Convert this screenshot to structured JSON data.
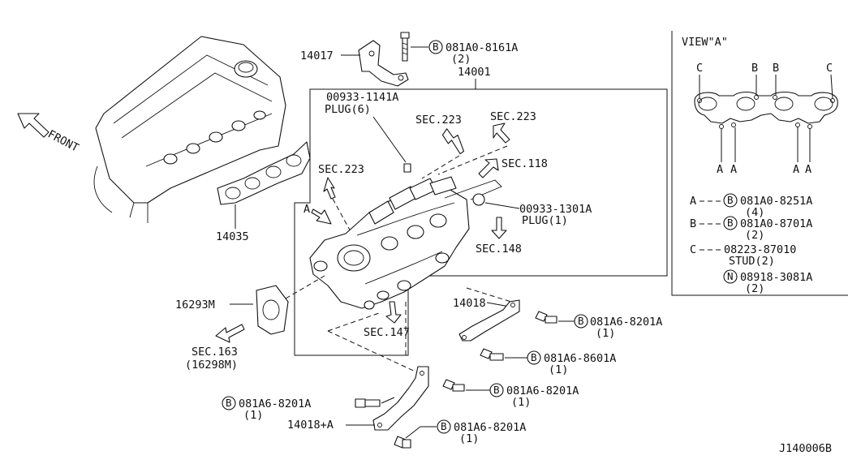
{
  "view_title": "VIEW\"A\"",
  "front_label": "FRONT",
  "diagram_id": "J140006B",
  "parts": {
    "p14017": "14017",
    "p14001": "14001",
    "p14035": "14035",
    "p16293m": "16293M",
    "p14018": "14018",
    "p14018a": "14018+A",
    "a_arrow": "A"
  },
  "sec": {
    "s223a": "SEC.223",
    "s223b": "SEC.223",
    "s223c": "SEC.223",
    "s118": "SEC.118",
    "s148": "SEC.148",
    "s147": "SEC.147",
    "s163": "SEC.163",
    "s163_sub": "(16298M)"
  },
  "plugs": {
    "plug1_code": "00933-1141A",
    "plug1_label": "PLUG(6)",
    "plug2_code": "00933-1301A",
    "plug2_label": "PLUG(1)"
  },
  "bolts": {
    "top": {
      "code": "081A0-8161A",
      "qty": "(2)"
    },
    "r1": {
      "code": "081A6-8201A",
      "qty": "(1)"
    },
    "r2": {
      "code": "081A6-8601A",
      "qty": "(1)"
    },
    "r3": {
      "code": "081A6-8201A",
      "qty": "(1)"
    },
    "l1": {
      "code": "081A6-8201A",
      "qty": "(1)"
    },
    "b1": {
      "code": "081A6-8201A",
      "qty": "(1)"
    }
  },
  "legend": {
    "a_key": "A",
    "a_code": "081A0-8251A",
    "a_qty": "(4)",
    "b_key": "B",
    "b_code": "081A0-8701A",
    "b_qty": "(2)",
    "c_key": "C",
    "c_code": "08223-87010",
    "c_sub": "STUD(2)",
    "n_code": "08918-3081A",
    "n_qty": "(2)"
  },
  "view_marks": {
    "c_left": "C",
    "b_left": "B",
    "b_right": "B",
    "c_right": "C",
    "a1": "A",
    "a2": "A",
    "a3": "A",
    "a4": "A"
  },
  "glyph_b": "B",
  "glyph_n": "N"
}
